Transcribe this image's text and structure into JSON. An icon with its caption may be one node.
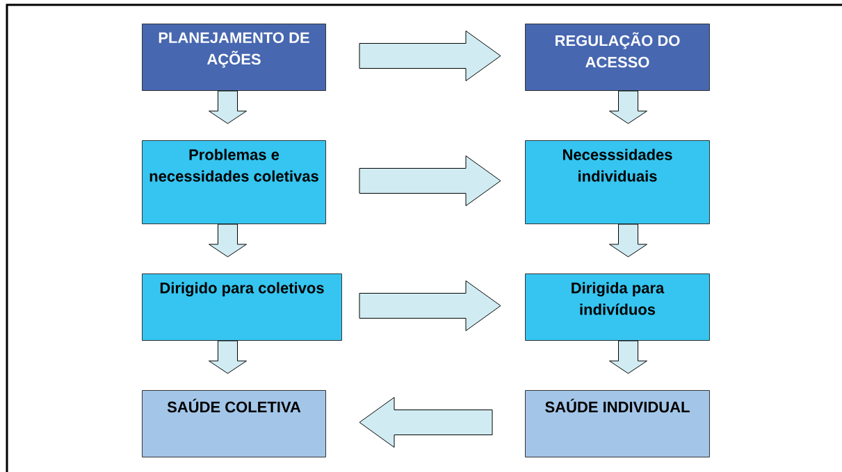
{
  "diagram": {
    "nodes": [
      {
        "text": [
          "PLANEJAMENTO DE AÇÕES"
        ]
      },
      {
        "text": [
          "REGULAÇÃO DO ACESSO"
        ]
      },
      {
        "text": [
          "Problemas e necessidades coletivas"
        ]
      },
      {
        "text": [
          "Necesssidades individuais"
        ]
      },
      {
        "text": [
          "Dirigido para coletivos"
        ]
      },
      {
        "text": [
          "Dirigida para indivíduos"
        ]
      },
      {
        "text": [
          "SAÚDE COLETIVA"
        ]
      },
      {
        "text": [
          "SAÚDE INDIVIDUAL"
        ]
      }
    ],
    "edges": [
      {
        "from": 0,
        "to": 1,
        "arrow": "to"
      },
      {
        "from": 0,
        "to": 2,
        "arrow": "to"
      },
      {
        "from": 1,
        "to": 3,
        "arrow": "to"
      },
      {
        "from": 2,
        "to": 3,
        "arrow": "to"
      },
      {
        "from": 2,
        "to": 4,
        "arrow": "to"
      },
      {
        "from": 3,
        "to": 5,
        "arrow": "to"
      },
      {
        "from": 4,
        "to": 5,
        "arrow": "to"
      },
      {
        "from": 4,
        "to": 6,
        "arrow": "to"
      },
      {
        "from": 5,
        "to": 7,
        "arrow": "to"
      },
      {
        "from": 7,
        "to": 6,
        "arrow": "to"
      }
    ]
  }
}
